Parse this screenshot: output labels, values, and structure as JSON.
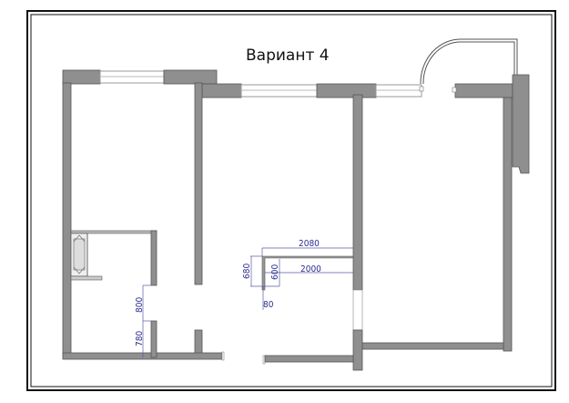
{
  "title": "Вариант 4",
  "dimensions": {
    "counter_outer_length": "2080",
    "counter_inner_length": "2000",
    "counter_outer_depth": "680",
    "counter_inner_depth": "600",
    "counter_wall_thickness": "80",
    "bath_door_opening": "800",
    "bath_wall_segment": "780"
  }
}
